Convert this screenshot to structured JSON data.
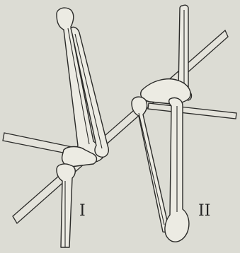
{
  "figures": [
    {
      "id": "I",
      "label": "I"
    },
    {
      "id": "II",
      "label": "II"
    }
  ]
}
